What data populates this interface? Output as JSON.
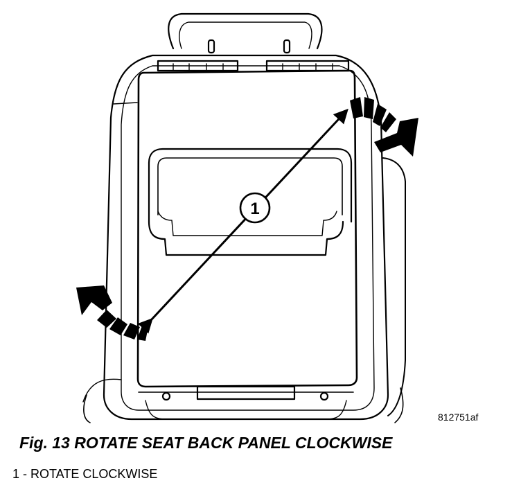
{
  "figure_id": "812751af",
  "caption": "Fig. 13 ROTATE SEAT BACK PANEL CLOCKWISE",
  "callout": {
    "number": "1",
    "legend_text": "1 - ROTATE CLOCKWISE"
  },
  "colors": {
    "line": "#000000",
    "background": "#ffffff"
  }
}
